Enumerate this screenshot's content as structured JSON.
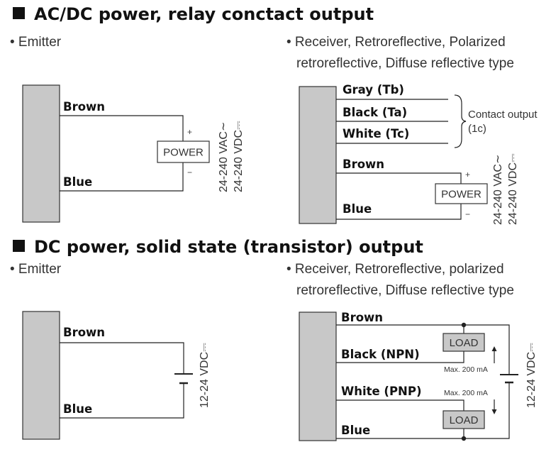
{
  "sections": {
    "ac_dc": {
      "title": "AC/DC power, relay conctact output",
      "emitter": {
        "label": "• Emitter",
        "wires": {
          "brown": "Brown",
          "blue": "Blue"
        },
        "power": "POWER",
        "plus": "+",
        "minus": "−",
        "voltage_ac": "24-240 VAC∼",
        "voltage_dc": "24-240 VDC⎓"
      },
      "receiver": {
        "label_line1": "• Receiver, Retroreflective, Polarized",
        "label_line2": "retroreflective, Diffuse reflective type",
        "wires": {
          "gray": "Gray (Tb)",
          "black": "Black (Ta)",
          "white": "White (Tc)",
          "brown": "Brown",
          "blue": "Blue"
        },
        "contact_line1": "Contact output",
        "contact_line2": "(1c)",
        "power": "POWER",
        "plus": "+",
        "minus": "−",
        "voltage_ac": "24-240 VAC∼",
        "voltage_dc": "24-240 VDC⎓"
      }
    },
    "dc": {
      "title": "DC power, solid state (transistor) output",
      "emitter": {
        "label": "• Emitter",
        "wires": {
          "brown": "Brown",
          "blue": "Blue"
        },
        "voltage": "12-24 VDC⎓"
      },
      "receiver": {
        "label_line1": "• Receiver, Retroreflective, polarized",
        "label_line2": "retroreflective, Diffuse reflective type",
        "wires": {
          "brown": "Brown",
          "black": "Black (NPN)",
          "white": "White (PNP)",
          "blue": "Blue"
        },
        "load": "LOAD",
        "max_current": "Max. 200 mA",
        "voltage": "12-24 VDC⎓"
      }
    }
  },
  "colors": {
    "sensor_fill": "#c8c8c8",
    "line": "#222222",
    "text": "#111111"
  }
}
